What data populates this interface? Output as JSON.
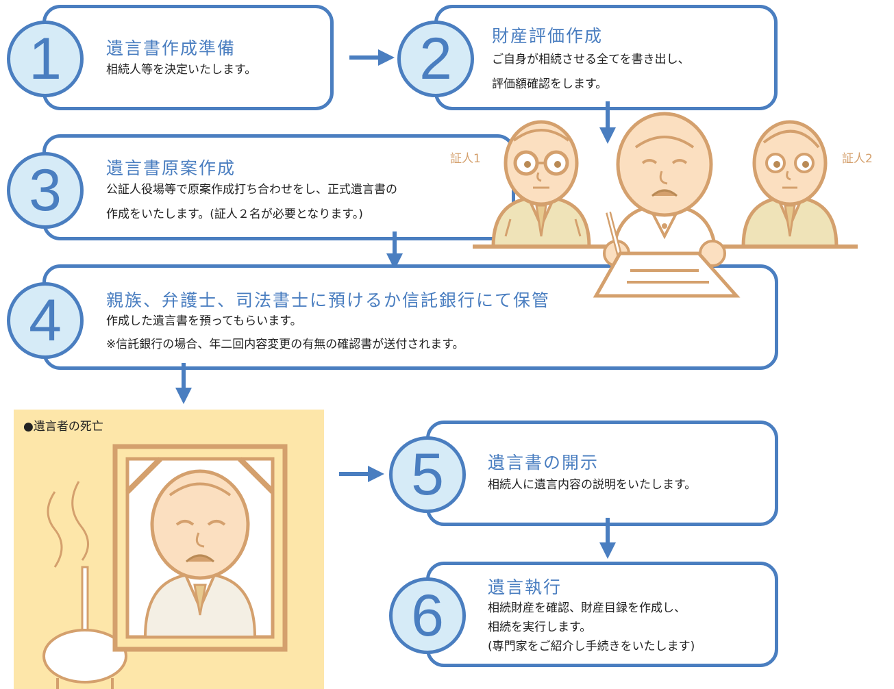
{
  "steps": [
    {
      "number": "1",
      "title": "遺言書作成準備",
      "lines": [
        "相続人等を決定いたします。"
      ]
    },
    {
      "number": "2",
      "title": "財産評価作成",
      "lines": [
        "ご自身が相続させる全てを書き出し、",
        "評価額確認をします。"
      ]
    },
    {
      "number": "3",
      "title": "遺言書原案作成",
      "lines": [
        "公証人役場等で原案作成打ち合わせをし、正式遺言書の",
        "作成をいたします。(証人２名が必要となります。)"
      ]
    },
    {
      "number": "4",
      "title": "親族、弁護士、司法書士に預けるか信託銀行にて保管",
      "lines": [
        "作成した遺言書を預ってもらいます。",
        "※信託銀行の場合、年二回内容変更の有無の確認書が送付されます。"
      ]
    },
    {
      "number": "5",
      "title": "遺言書の開示",
      "lines": [
        "相続人に遺言内容の説明をいたします。"
      ]
    },
    {
      "number": "6",
      "title": "遺言執行",
      "lines": [
        "相続財産を確認、財産目録を作成し、",
        "相続を実行します。",
        "(専門家をご紹介し手続きをいたします)"
      ]
    }
  ],
  "witnesses": {
    "left": "証人1",
    "right": "証人2"
  },
  "death_panel": {
    "heading": "●遺言者の死亡"
  },
  "colors": {
    "blue": "#4a7ec0",
    "circle_fill": "#d6ebf7",
    "skin": "#fbdfc0",
    "outline": "#d4a06d",
    "suit": "#efe3b8",
    "panel": "#fde6a9"
  }
}
